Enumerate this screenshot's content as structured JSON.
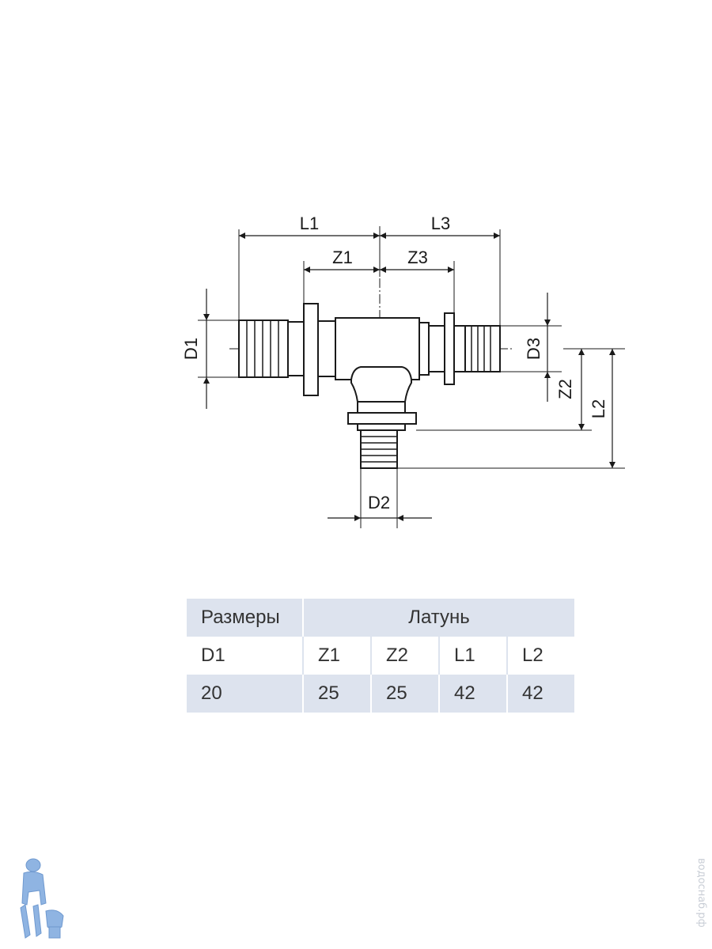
{
  "diagram": {
    "labels": {
      "L1": "L1",
      "L3": "L3",
      "Z1": "Z1",
      "Z3": "Z3",
      "D1": "D1",
      "D2": "D2",
      "D3": "D3",
      "Z2": "Z2",
      "L2": "L2"
    }
  },
  "table": {
    "header_left": "Размеры",
    "header_right": "Латунь",
    "columns": [
      "D1",
      "Z1",
      "Z2",
      "L1",
      "L2"
    ],
    "values": [
      "20",
      "25",
      "25",
      "42",
      "42"
    ]
  },
  "watermark": "водоснаб.рф",
  "colors": {
    "table_fill": "#dde3ee",
    "line": "#1a1a1a",
    "watermark": "#c9ced6",
    "mascot": "#8fb4e2"
  },
  "icons": {
    "mascot": "plumber-mascot-icon"
  }
}
